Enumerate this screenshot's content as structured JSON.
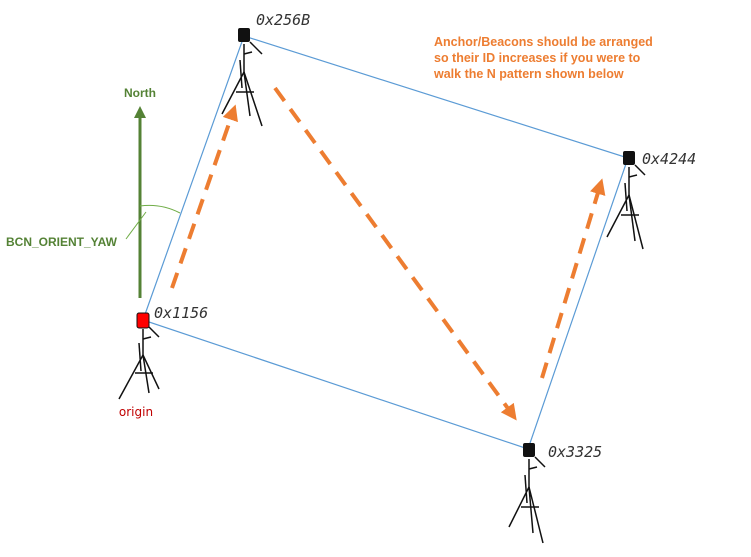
{
  "colors": {
    "outline": "#5b9bd5",
    "path_arrow": "#ed7d31",
    "north": "#548235",
    "origin_beacon": "#ff0000",
    "beacon": "#111111",
    "origin_text": "#c00000",
    "note_text": "#ed7d31"
  },
  "labels": {
    "north": "North",
    "yaw": "BCN_ORIENT_YAW",
    "origin": "origin"
  },
  "note": {
    "line1": "Anchor/Beacons should be arranged",
    "line2": "so their ID increases if you were to",
    "line3": "walk the N pattern shown below"
  },
  "beacons": {
    "b1156": {
      "id": "0x1156",
      "is_origin": true
    },
    "b256b": {
      "id": "0x256B",
      "is_origin": false
    },
    "b4244": {
      "id": "0x4244",
      "is_origin": false
    },
    "b3325": {
      "id": "0x3325",
      "is_origin": false
    }
  }
}
